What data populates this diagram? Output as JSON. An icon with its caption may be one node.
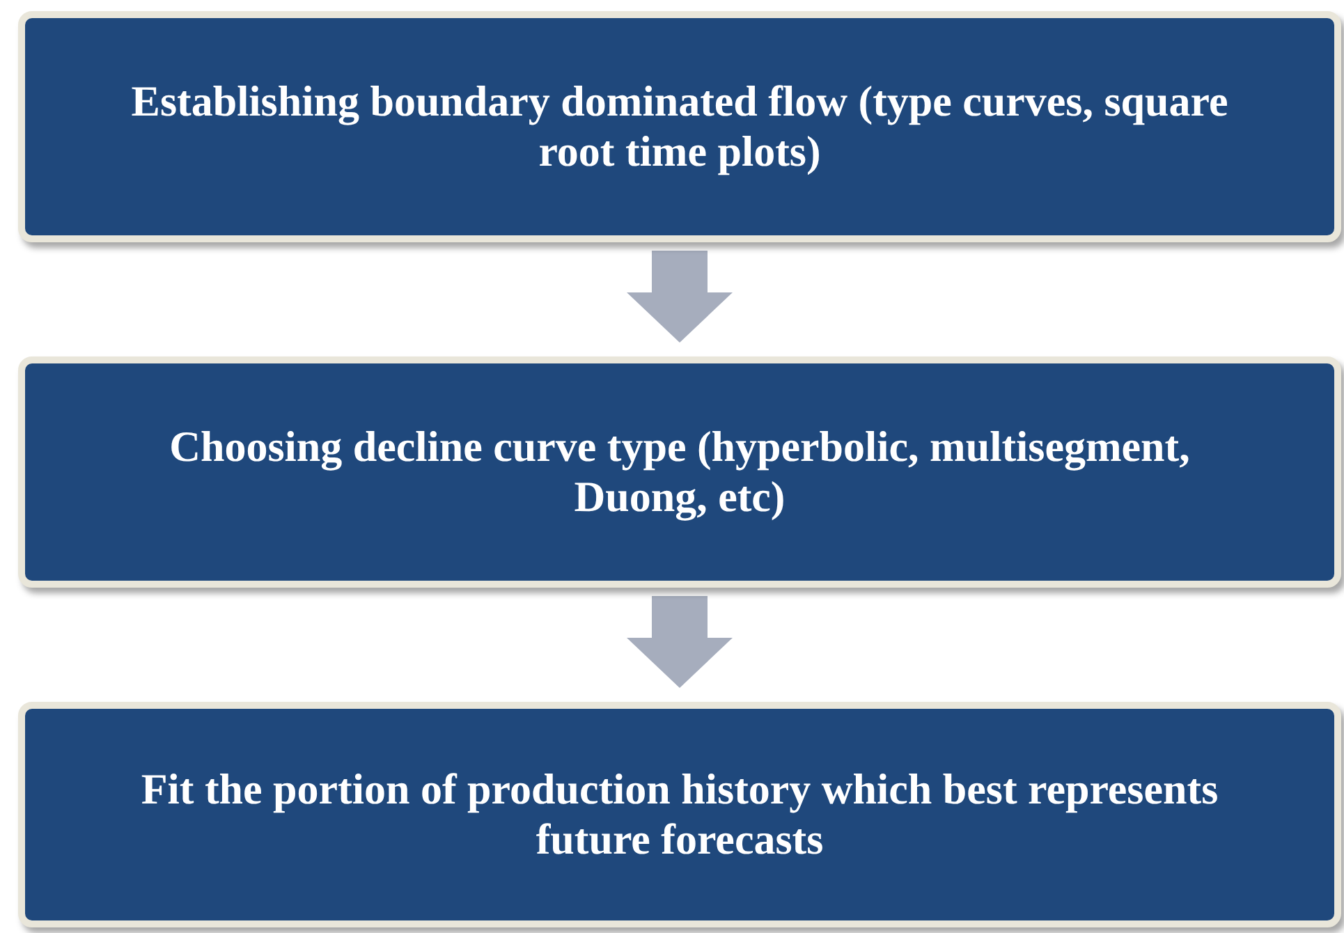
{
  "diagram": {
    "nodes": [
      {
        "text": [
          "Establishing boundary dominated flow (type curves, square root time plots)"
        ]
      },
      {
        "text": [
          "Choosing decline curve type (hyperbolic, multisegment, Duong, etc)"
        ]
      },
      {
        "text": [
          "Fit the portion of production history which best represents future forecasts"
        ]
      }
    ],
    "edges": [
      {
        "from": 0,
        "to": 1,
        "arrow": "to"
      },
      {
        "from": 1,
        "to": 2,
        "arrow": "to"
      }
    ]
  }
}
